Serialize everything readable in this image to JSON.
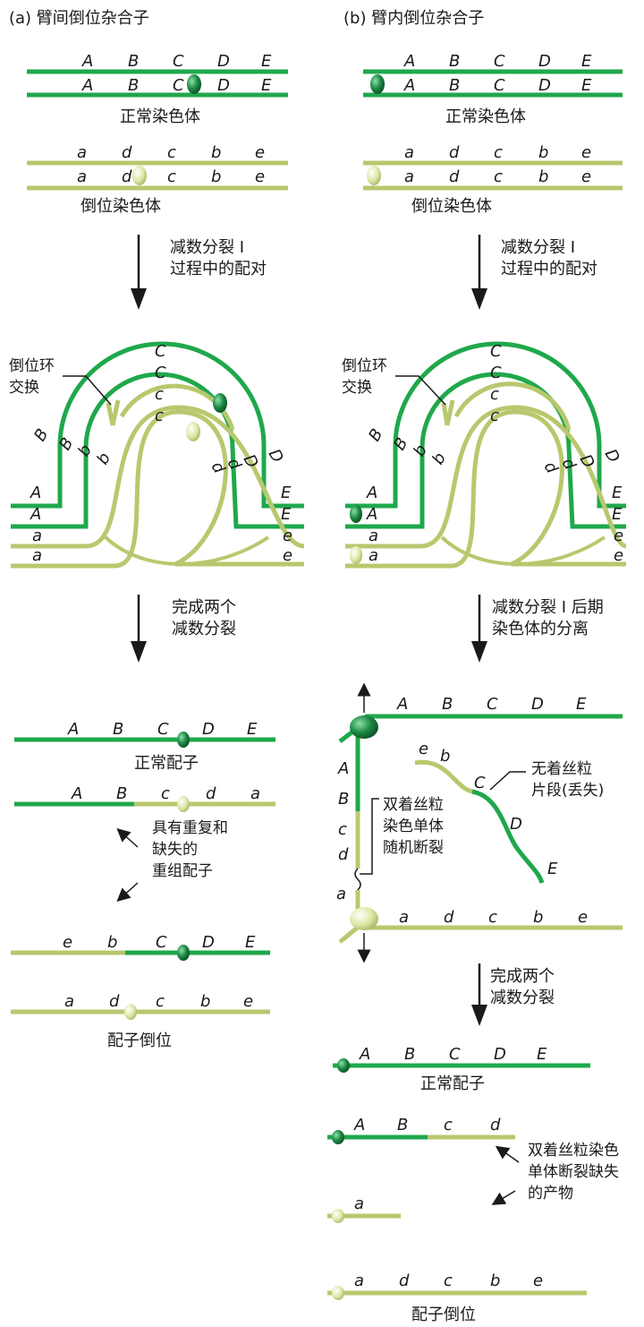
{
  "panel_a_title": "(a) 臂间倒位杂合子",
  "panel_b_title": "(b) 臂内倒位杂合子",
  "normal_chromosome": "正常染色体",
  "inverted_chromosome": "倒位染色体",
  "step1_line1": "减数分裂 I",
  "step1_line2": "过程中的配对",
  "loop_label_1": "倒位环",
  "loop_label_2": "交换",
  "a_step2_line1": "完成两个",
  "a_step2_line2": "减数分裂",
  "b_step2_line1": "减数分裂 I 后期",
  "b_step2_line2": "染色体的分离",
  "normal_gamete": "正常配子",
  "recombinant_1": "具有重复和",
  "recombinant_2": "缺失的",
  "recombinant_3": "重组配子",
  "inverted_gamete": "配子倒位",
  "acentric_1": "无着丝粒",
  "acentric_2": "片段(丢失)",
  "dicentric_1": "双着丝粒",
  "dicentric_2": "染色单体",
  "dicentric_3": "随机断裂",
  "b_step3_line1": "完成两个",
  "b_step3_line2": "减数分裂",
  "deletion_1": "双着丝粒染色",
  "deletion_2": "单体断裂缺失",
  "deletion_3": "的产物",
  "colors": {
    "normal": "#1fa84b",
    "inverted": "#b8c86e",
    "centromere_dark": "#1c7a3c",
    "centromere_light": "#dde8a6"
  },
  "genes": {
    "normal_upper": [
      "A",
      "B",
      "C",
      "D",
      "E"
    ],
    "inverted_lower": [
      "a",
      "d",
      "c",
      "b",
      "e"
    ],
    "loop_left_upper": [
      "B",
      "B",
      "b",
      "b"
    ],
    "loop_top_upper": [
      "C",
      "C",
      "c",
      "c"
    ],
    "loop_right_upper": [
      "D",
      "D",
      "d",
      "d"
    ],
    "ends_left": [
      "A",
      "A",
      "a",
      "a"
    ],
    "ends_right": [
      "E",
      "E",
      "e",
      "e"
    ],
    "rec_a1": [
      "A",
      "B",
      "c",
      "d",
      "a"
    ],
    "rec_a2": [
      "e",
      "b",
      "C",
      "D",
      "E"
    ],
    "dicentric_vertical": [
      "A",
      "B",
      "c",
      "d",
      "a"
    ],
    "acentric": [
      "e",
      "b",
      "C",
      "D",
      "E"
    ],
    "del_b1": [
      "A",
      "B",
      "c",
      "d"
    ],
    "del_b2": [
      "a"
    ]
  }
}
